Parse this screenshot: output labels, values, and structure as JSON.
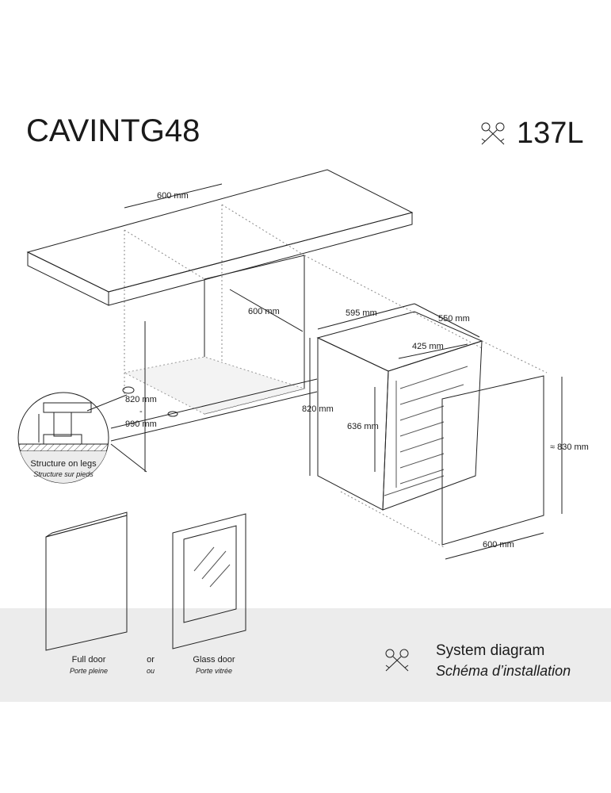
{
  "header": {
    "model": "CAVINTG48",
    "capacity": "137L",
    "icon": "sommelier-keys-icon"
  },
  "cabinet": {
    "width": "600 mm",
    "depth": "600 mm",
    "height_range_min": "820 mm",
    "height_range_sep": "-",
    "height_range_max": "990 mm"
  },
  "inset": {
    "label": "Structure on legs",
    "label_fr": "Structure sur pieds"
  },
  "appliance": {
    "width": "595 mm",
    "depth": "550 mm",
    "inner_width": "425 mm",
    "height": "820 mm",
    "inner_height": "636 mm",
    "door_height": "≈ 830 mm",
    "door_width": "600 mm"
  },
  "doors": [
    {
      "label": "Full door",
      "label_fr": "Porte pleine"
    },
    {
      "label": "Glass door",
      "label_fr": "Porte vitrée"
    }
  ],
  "or": {
    "en": "or",
    "fr": "ou"
  },
  "footer": {
    "title": "System diagram",
    "title_fr": "Schéma d’installation",
    "icon": "sommelier-keys-icon"
  },
  "colors": {
    "band": "#ececec",
    "panel": "#e2e2e2"
  }
}
